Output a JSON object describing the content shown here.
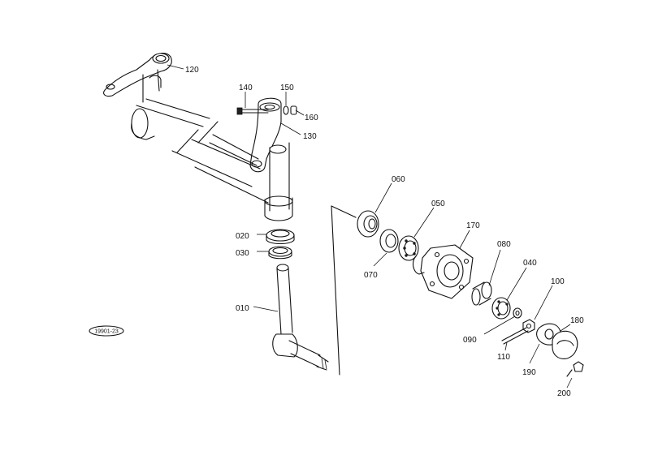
{
  "diagram": {
    "code_badge": "19901-23",
    "callouts": [
      {
        "id": "120",
        "label": "120"
      },
      {
        "id": "140",
        "label": "140"
      },
      {
        "id": "150",
        "label": "150"
      },
      {
        "id": "160",
        "label": "160"
      },
      {
        "id": "130",
        "label": "130"
      },
      {
        "id": "060",
        "label": "060"
      },
      {
        "id": "050",
        "label": "050"
      },
      {
        "id": "170",
        "label": "170"
      },
      {
        "id": "080",
        "label": "080"
      },
      {
        "id": "040",
        "label": "040"
      },
      {
        "id": "100",
        "label": "100"
      },
      {
        "id": "180",
        "label": "180"
      },
      {
        "id": "070",
        "label": "070"
      },
      {
        "id": "020",
        "label": "020"
      },
      {
        "id": "030",
        "label": "030"
      },
      {
        "id": "010",
        "label": "010"
      },
      {
        "id": "090",
        "label": "090"
      },
      {
        "id": "110",
        "label": "110"
      },
      {
        "id": "190",
        "label": "190"
      },
      {
        "id": "200",
        "label": "200"
      }
    ]
  }
}
